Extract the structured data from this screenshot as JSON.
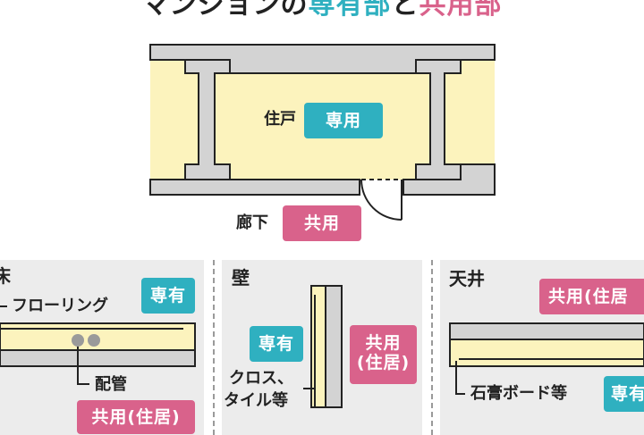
{
  "title": {
    "lead": "マンションの",
    "senyu": "専有部",
    "to": "と",
    "kyoyo": "共用部"
  },
  "plan": {
    "unit_label": "住戸",
    "unit_tag": "専用",
    "corridor_label": "廊下",
    "corridor_tag": "共用"
  },
  "floor_panel": {
    "title": "床",
    "flooring_label": "フローリング",
    "top_tag": "専有",
    "pipe_label": "配管",
    "bottom_tag": "共用(住居)"
  },
  "wall_panel": {
    "title": "壁",
    "left_tag": "専有",
    "right_tag_line1": "共用",
    "right_tag_line2": "(住居)",
    "cloth_line1": "クロス、",
    "cloth_line2": "タイル等"
  },
  "ceiling_panel": {
    "title": "天井",
    "top_tag": "共用(住居",
    "board_label": "石膏ボード等",
    "bottom_tag": "専有"
  },
  "colors": {
    "senyu": "#2fb0c0",
    "kyoyo": "#d9628b",
    "wall_gray": "#d3d3d3",
    "room_yellow": "#fcf3bd",
    "panel_bg": "#ececec"
  }
}
